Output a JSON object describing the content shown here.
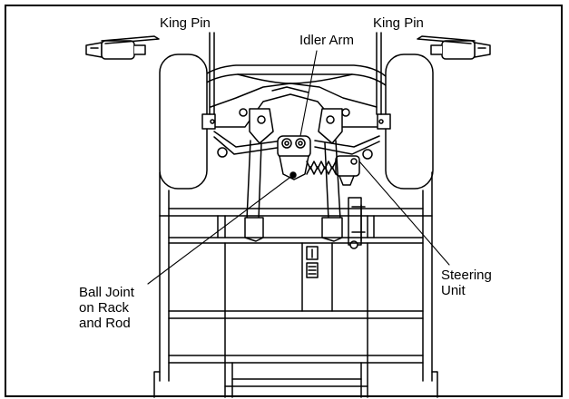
{
  "labels": {
    "king_pin_left": "King Pin",
    "king_pin_right": "King Pin",
    "idler_arm": "Idler Arm",
    "ball_joint": "Ball Joint\non Rack\nand Rod",
    "steering_unit": "Steering\nUnit"
  },
  "icons": [
    "grease-gun-icon"
  ]
}
